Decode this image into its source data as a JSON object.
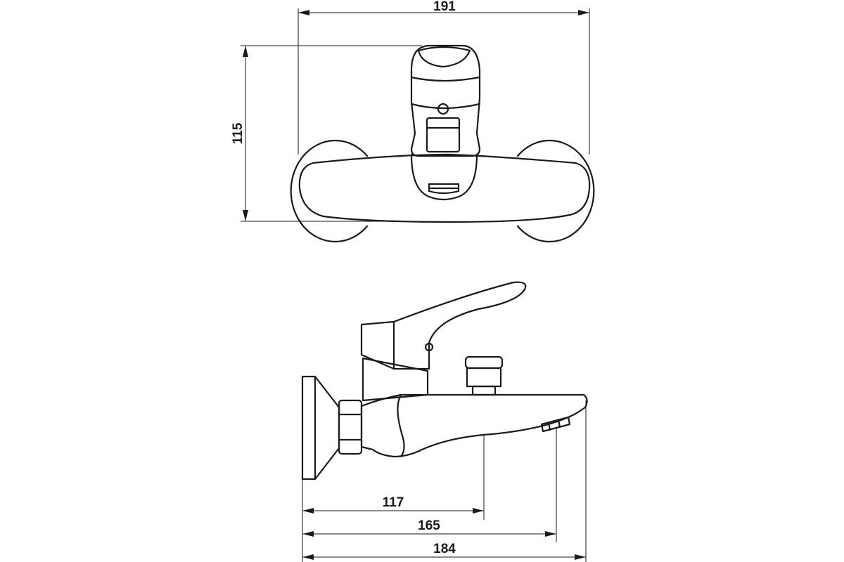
{
  "dimensions": {
    "width_top": "191",
    "height_top": "115",
    "dim_117": "117",
    "dim_165": "165",
    "dim_184": "184"
  }
}
